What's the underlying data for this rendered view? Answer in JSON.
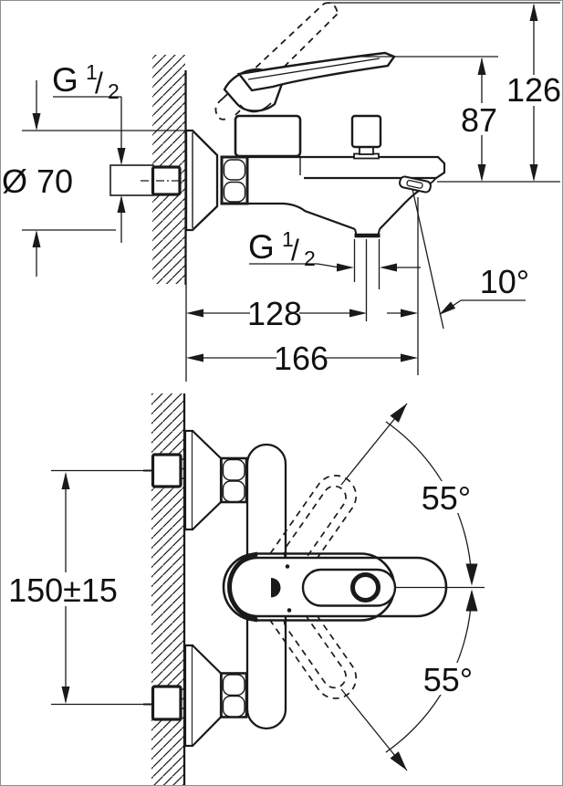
{
  "drawing": {
    "type": "faucet installation dimension drawing",
    "line_color": "#1a1a1a",
    "background": "#ffffff",
    "side_view": {
      "wall_thread_label": {
        "g": "G",
        "num": "1",
        "slash": "/",
        "den": "2"
      },
      "escutcheon_diameter": "Ø 70",
      "handle_height": "87",
      "total_height": "126",
      "outlet_thread_label": {
        "g": "G",
        "num": "1",
        "slash": "/",
        "den": "2"
      },
      "outlet_center_distance": "128",
      "spout_projection": "166",
      "spray_angle": "10°"
    },
    "plan_view": {
      "union_spacing": "150±15",
      "handle_swing_upper": "55°",
      "handle_swing_lower": "55°"
    }
  }
}
